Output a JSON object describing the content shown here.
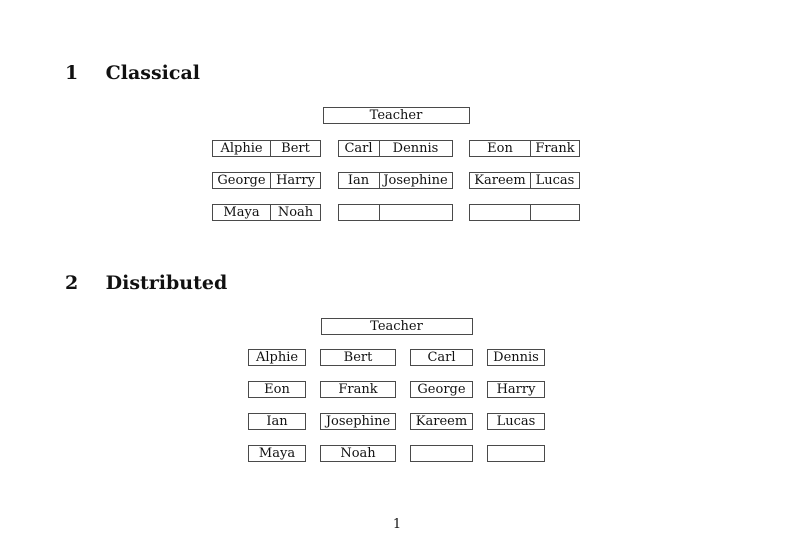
{
  "page_number": "1",
  "colors": {
    "text": "#111111",
    "border": "#4a4a4a",
    "background": "#ffffff"
  },
  "classical": {
    "heading_number": "1",
    "heading_title": "Classical",
    "teacher_label": "Teacher",
    "rows": [
      {
        "desks": [
          {
            "left": "Alphie",
            "right": "Bert"
          },
          {
            "left": "Carl",
            "right": "Dennis"
          },
          {
            "left": "Eon",
            "right": "Frank"
          }
        ]
      },
      {
        "desks": [
          {
            "left": "George",
            "right": "Harry"
          },
          {
            "left": "Ian",
            "right": "Josephine"
          },
          {
            "left": "Kareem",
            "right": "Lucas"
          }
        ]
      },
      {
        "desks": [
          {
            "left": "Maya",
            "right": "Noah"
          },
          {
            "left": "",
            "right": ""
          },
          {
            "left": "",
            "right": ""
          }
        ]
      }
    ]
  },
  "distributed": {
    "heading_number": "2",
    "heading_title": "Distributed",
    "teacher_label": "Teacher",
    "rows": [
      [
        "Alphie",
        "Bert",
        "Carl",
        "Dennis"
      ],
      [
        "Eon",
        "Frank",
        "George",
        "Harry"
      ],
      [
        "Ian",
        "Josephine",
        "Kareem",
        "Lucas"
      ],
      [
        "Maya",
        "Noah",
        "",
        ""
      ]
    ]
  }
}
